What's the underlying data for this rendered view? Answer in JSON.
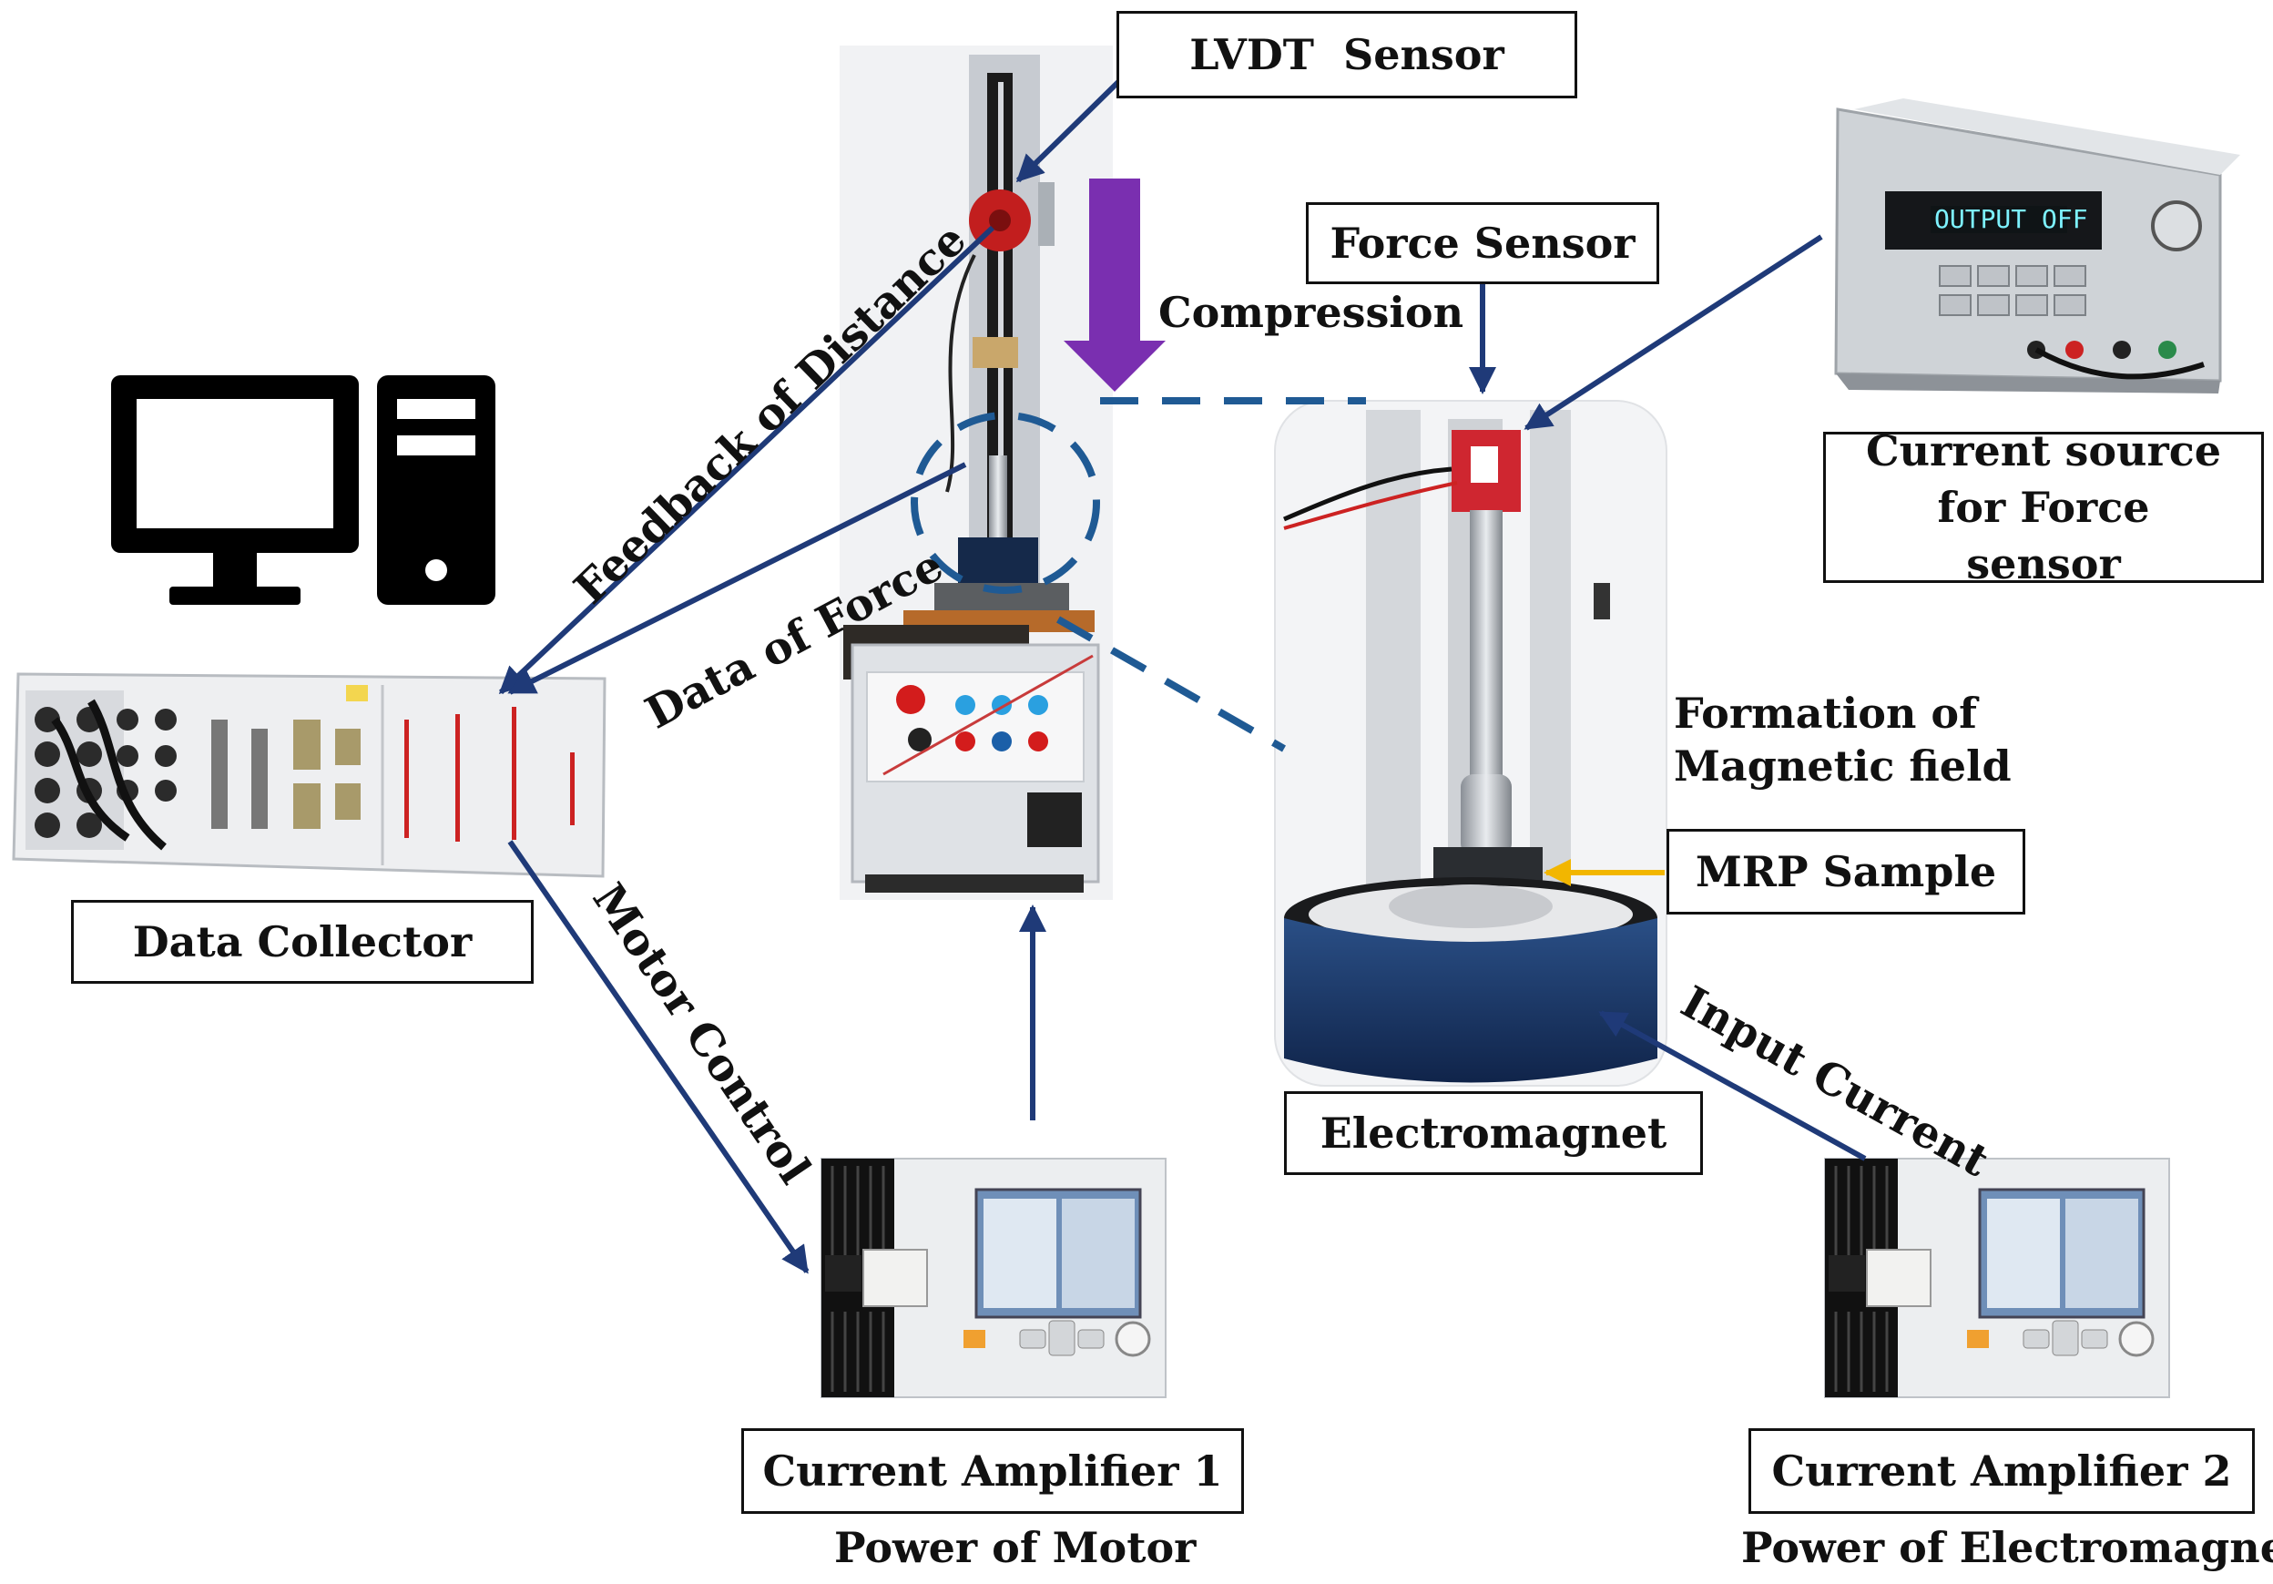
{
  "labels": {
    "lvdt_sensor": "LVDT  Sensor",
    "force_sensor": "Force Sensor",
    "compression": "Compression",
    "current_source": "Current source for Force sensor",
    "feedback_of_distance": "Feedback of Distance",
    "data_of_force": "Data of Force",
    "formation_line1": "Formation of",
    "formation_line2": "Magnetic field",
    "mrp_sample": "MRP Sample",
    "data_collector": "Data Collector",
    "motor_control": "Motor Control",
    "input_current": "Input Current",
    "electromagnet": "Electromagnet",
    "current_amplifier_1": "Current Amplifier 1",
    "power_of_motor": "Power of Motor",
    "current_amplifier_2": "Current Amplifier 2",
    "power_of_electromagnet": "Power of Electromagnet"
  },
  "device_display": {
    "text": "OUTPUT OFF"
  },
  "colors": {
    "arrow": "#1f3a78",
    "dashed": "#1f5a94",
    "compression_arrow": "#7a2fb0",
    "mrp_arrow": "#f2b600"
  }
}
